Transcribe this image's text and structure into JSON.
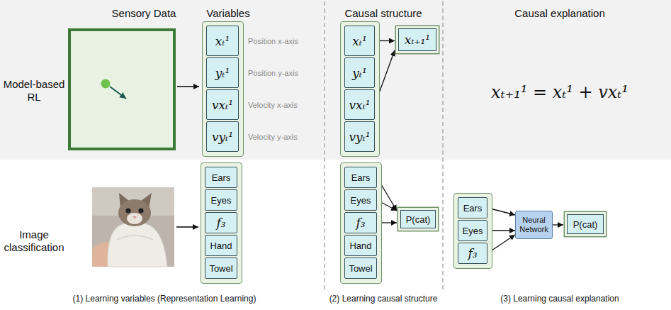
{
  "diagram": {
    "nodes": [
      {
        "text": []
      },
      {
        "text": [
          "xₜ¹"
        ],
        "in": 0
      },
      {
        "text": [
          "yₜ¹"
        ],
        "in": 0
      },
      {
        "text": [
          "vxₜ¹"
        ],
        "in": 0
      },
      {
        "text": [
          "vyₜ¹"
        ],
        "in": 0
      },
      {
        "text": []
      },
      {
        "text": [
          "xₜ¹"
        ],
        "in": 5
      },
      {
        "text": [
          "yₜ¹"
        ],
        "in": 5
      },
      {
        "text": [
          "vxₜ¹"
        ],
        "in": 5
      },
      {
        "text": [
          "vyₜ¹"
        ],
        "in": 5
      },
      {
        "text": [
          "xₜ₊₁¹"
        ]
      },
      {
        "text": []
      },
      {
        "text": [
          "Ears"
        ],
        "in": 11
      },
      {
        "text": [
          "Eyes"
        ],
        "in": 11
      },
      {
        "text": [
          "f₃"
        ],
        "in": 11
      },
      {
        "text": [
          "Hand"
        ],
        "in": 11
      },
      {
        "text": [
          "Towel"
        ],
        "in": 11
      },
      {
        "text": []
      },
      {
        "text": [
          "Ears"
        ],
        "in": 17
      },
      {
        "text": [
          "Eyes"
        ],
        "in": 17
      },
      {
        "text": [
          "f₃"
        ],
        "in": 17
      },
      {
        "text": [
          "Hand"
        ],
        "in": 17
      },
      {
        "text": [
          "Towel"
        ],
        "in": 17
      },
      {
        "text": [
          "P(cat)"
        ]
      },
      {
        "text": []
      },
      {
        "text": [
          "Ears"
        ],
        "in": 24
      },
      {
        "text": [
          "Eyes"
        ],
        "in": 24
      },
      {
        "text": [
          "f₃"
        ],
        "in": 24
      },
      {
        "text": [
          "Neural Network"
        ]
      },
      {
        "text": [
          "P(cat)"
        ]
      }
    ],
    "edges": [
      {
        "from": 6,
        "to": 10,
        "arrow": "to"
      },
      {
        "from": 8,
        "to": 10,
        "arrow": "to"
      },
      {
        "from": 18,
        "to": 23,
        "arrow": "to"
      },
      {
        "from": 19,
        "to": 23,
        "arrow": "to"
      },
      {
        "from": 20,
        "to": 23,
        "arrow": "to"
      },
      {
        "from": 25,
        "to": 28,
        "arrow": "to"
      },
      {
        "from": 26,
        "to": 28,
        "arrow": "to"
      },
      {
        "from": 27,
        "to": 28,
        "arrow": "to"
      },
      {
        "from": 28,
        "to": 29,
        "arrow": "to"
      }
    ],
    "labels": [
      "Sensory Data",
      "Variables",
      "Causal structure",
      "Causal explanation",
      "Model-based RL",
      "Image classification",
      "Position x-axis",
      "Position y-axis",
      "Velocity x-axis",
      "Velocity y-axis",
      "xₜ₊₁¹ = xₜ¹ + vxₜ¹",
      "(1) Learning variables (Representation Learning)",
      "(2) Learning causal structure",
      "(3) Learning causal explanation"
    ]
  }
}
